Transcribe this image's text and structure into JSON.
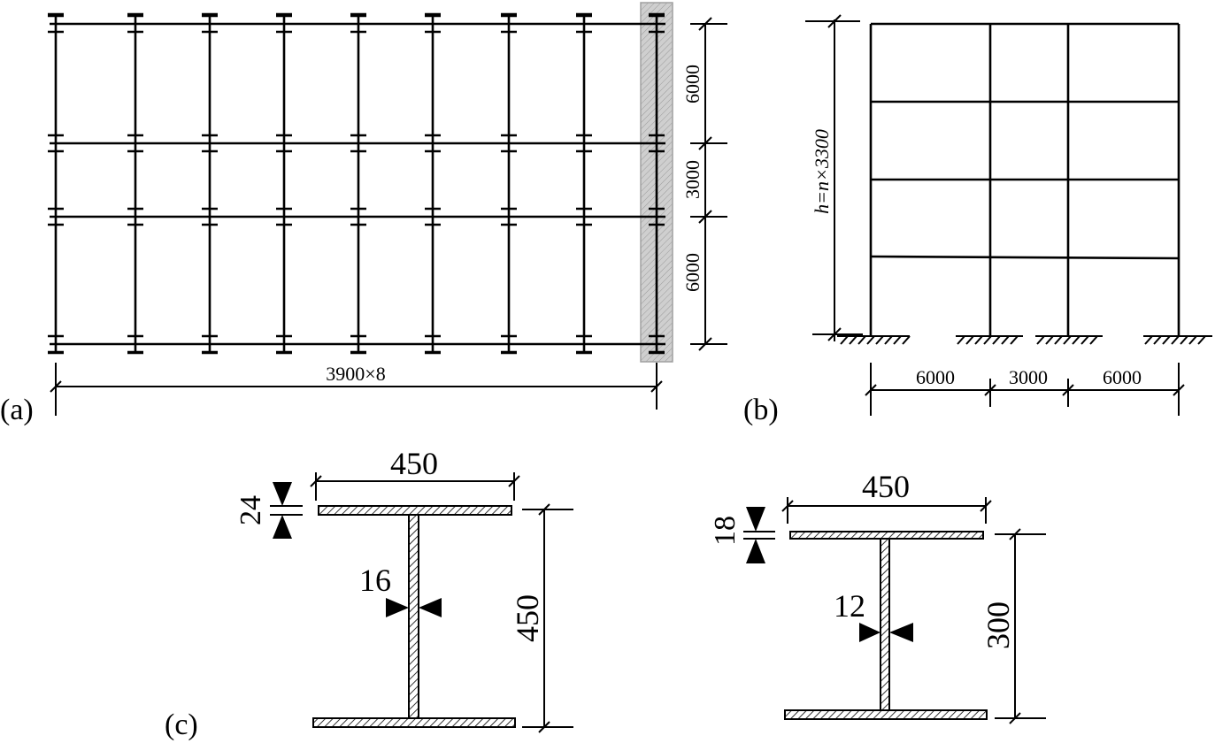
{
  "panel_a": {
    "label": "(a)",
    "dim_total": "3900×8",
    "dim_right": [
      "6000",
      "3000",
      "6000"
    ]
  },
  "panel_b": {
    "label": "(b)",
    "dim_height": "h=n×3300",
    "dim_bottom": [
      "6000",
      "3000",
      "6000"
    ]
  },
  "panel_c": {
    "label": "(c)",
    "section_left": {
      "width": "450",
      "flange": "24",
      "web": "16",
      "depth": "450"
    },
    "section_right": {
      "width": "450",
      "flange": "18",
      "web": "12",
      "depth": "300"
    }
  },
  "colors": {
    "line": "#000000",
    "highlight": "#c8c8c8",
    "highlight_stroke": "#a0a0a0"
  }
}
